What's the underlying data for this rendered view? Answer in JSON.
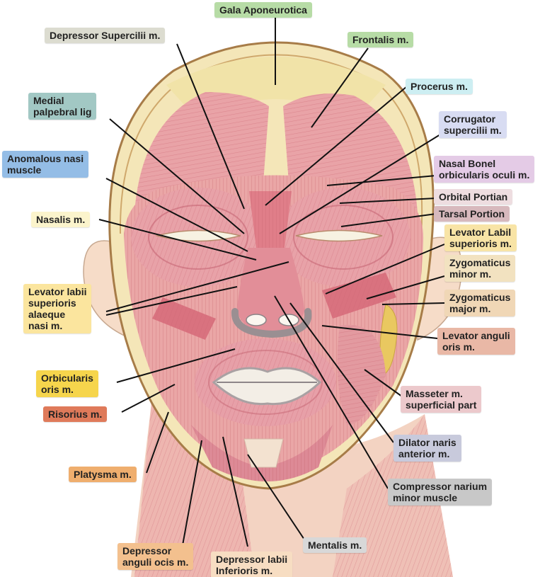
{
  "labels": [
    {
      "id": "gala",
      "lines": [
        "Gala Aponeurotica"
      ],
      "color": "#b7dca6"
    },
    {
      "id": "depressor-supercilii",
      "lines": [
        "Depressor Supercilii m."
      ],
      "color": "#dcdcd0"
    },
    {
      "id": "frontalis",
      "lines": [
        "Frontalis m."
      ],
      "color": "#b7dca6"
    },
    {
      "id": "procerus",
      "lines": [
        "Procerus m."
      ],
      "color": "#cdeef2"
    },
    {
      "id": "medial-palpebral",
      "lines": [
        "Medial",
        "palpebral lig"
      ],
      "color": "#a2c8c4"
    },
    {
      "id": "corrugator",
      "lines": [
        "Corrugator",
        "supercilii m."
      ],
      "color": "#d8dcf2"
    },
    {
      "id": "anomalous-nasi",
      "lines": [
        "Anomalous nasi",
        "muscle"
      ],
      "color": "#94bde6"
    },
    {
      "id": "nasal-bonel",
      "lines": [
        "Nasal Bonel",
        "orbicularis oculi m."
      ],
      "color": "#e4cbe6"
    },
    {
      "id": "orbital-portian",
      "lines": [
        "Orbital Portian"
      ],
      "color": "#eedde0"
    },
    {
      "id": "tarsal-portion",
      "lines": [
        "Tarsal Portion"
      ],
      "color": "#d7b9bd"
    },
    {
      "id": "nasalis",
      "lines": [
        "Nasalis m."
      ],
      "color": "#fbf4cc"
    },
    {
      "id": "levator-labil",
      "lines": [
        "Levator Labil",
        "superioris m."
      ],
      "color": "#f8e4a6"
    },
    {
      "id": "zygomaticus-minor",
      "lines": [
        "Zygomaticus",
        "minor m."
      ],
      "color": "#f2e2c0"
    },
    {
      "id": "levator-alaeque",
      "lines": [
        "Levator labii",
        "superioris",
        "alaeque",
        "nasi m."
      ],
      "color": "#fbe59e"
    },
    {
      "id": "zygomaticus-major",
      "lines": [
        "Zygomaticus",
        "major m."
      ],
      "color": "#f0d7b6"
    },
    {
      "id": "levator-anguli",
      "lines": [
        "Levator anguli",
        "oris m."
      ],
      "color": "#e9b8a6"
    },
    {
      "id": "orbicularis-oris",
      "lines": [
        "Orbicularis",
        "oris m."
      ],
      "color": "#f6d54c"
    },
    {
      "id": "masseter",
      "lines": [
        "Masseter m.",
        "superficial part"
      ],
      "color": "#ecc9cc"
    },
    {
      "id": "risorius",
      "lines": [
        "Risorius m."
      ],
      "color": "#df7a5a"
    },
    {
      "id": "dilator-naris",
      "lines": [
        "Dilator naris",
        "anterior m."
      ],
      "color": "#c8cadc"
    },
    {
      "id": "platysma",
      "lines": [
        "Platysma m."
      ],
      "color": "#efae6e"
    },
    {
      "id": "compressor-narium",
      "lines": [
        "Compressor narium",
        "minor muscle"
      ],
      "color": "#c8c8c8"
    },
    {
      "id": "mentalis",
      "lines": [
        "Mentalis m."
      ],
      "color": "#d8d8d8"
    },
    {
      "id": "depressor-anguli",
      "lines": [
        "Depressor",
        "anguli ocis m."
      ],
      "color": "#f3c08e"
    },
    {
      "id": "depressor-labii",
      "lines": [
        "Depressor labii",
        "Inferioris m."
      ],
      "color": "#f7ddc2"
    }
  ]
}
